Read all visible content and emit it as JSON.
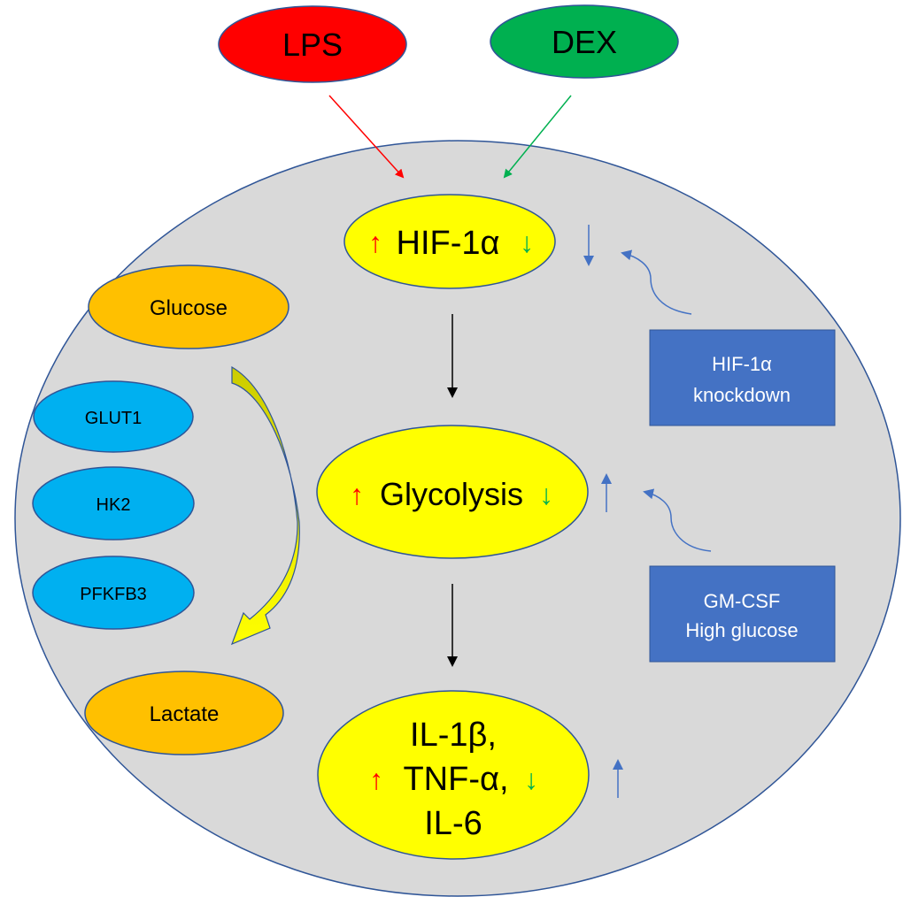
{
  "colors": {
    "lps": "#ff0000",
    "dex": "#00b050",
    "cell_fill": "#d9d9d9",
    "outline": "#2f5597",
    "node_yellow": "#ffff00",
    "metabolite_orange": "#ffc000",
    "enzyme_blue": "#00b0f0",
    "intervention_box": "#4472c4",
    "modulation_arrow": "#4472c4",
    "up_arrow": "#ff0000",
    "down_arrow": "#00b050",
    "flow_arrow": "#000000",
    "curved_arrow_fill": "#ffff00"
  },
  "stimuli": {
    "lps": "LPS",
    "dex": "DEX"
  },
  "pathway": {
    "hif": "HIF-1α",
    "glycolysis": "Glycolysis",
    "cytokines": [
      "IL-1β,",
      "TNF-α,",
      "IL-6"
    ],
    "up_symbol": "↑",
    "down_symbol": "↓"
  },
  "metabolites": {
    "glucose": "Glucose",
    "lactate": "Lactate"
  },
  "enzymes": [
    "GLUT1",
    "HK2",
    "PFKFB3"
  ],
  "interventions": [
    {
      "lines": [
        "HIF-1α",
        "knockdown"
      ],
      "effect": "down"
    },
    {
      "lines": [
        "GM-CSF",
        "High glucose"
      ],
      "effect": "up"
    }
  ],
  "cytokine_effect": "up"
}
